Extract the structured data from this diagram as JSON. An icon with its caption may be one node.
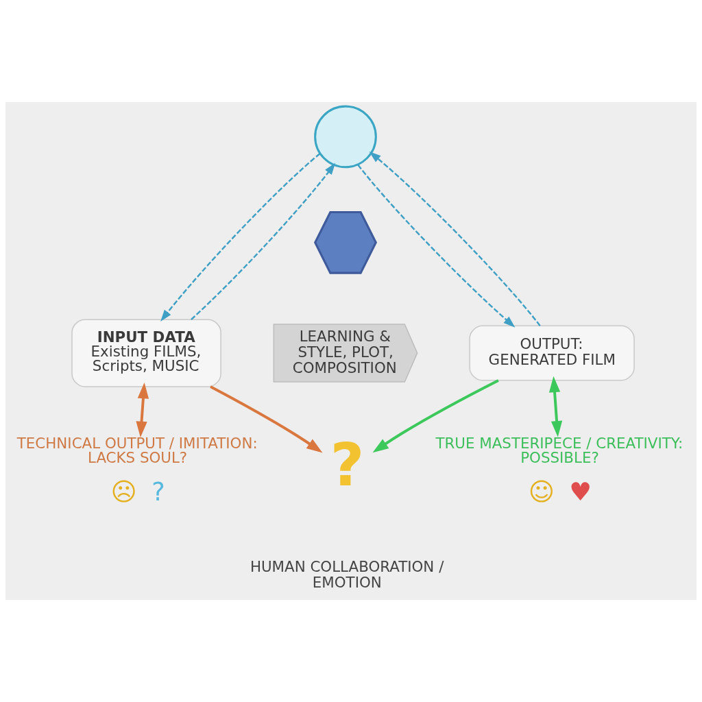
{
  "diagram": {
    "nodes": [
      {
        "text": [],
        "shape": "circle"
      },
      {
        "text": [],
        "shape": "hexagon"
      },
      {
        "text": [
          "INPUT DATA",
          "Existing FILMS, Scripts, MUSIC"
        ]
      },
      {
        "text": [
          "LEARNING & STYLE, PLOT, COMPOSITION"
        ]
      },
      {
        "text": [
          "OUTPUT:",
          "GENERATED FILM"
        ]
      },
      {
        "text": [
          "TECHNICAL OUTPUT / IMITATION: LACKS SOUL?"
        ],
        "beside": [
          "☹",
          "?"
        ]
      },
      {
        "text": [
          "?"
        ]
      },
      {
        "text": [
          "TRUE MASTERIPECE / CREATIVITY: POSSIBLE?"
        ],
        "beside": [
          "☺",
          "♥"
        ]
      },
      {
        "text": [
          "HUMAN COLLABORATION / EMOTION"
        ]
      }
    ],
    "edges": [
      {
        "from": 2,
        "to": 0,
        "arrow": "to",
        "style": "dashed"
      },
      {
        "from": 0,
        "to": 2,
        "arrow": "to",
        "style": "dashed"
      },
      {
        "from": 4,
        "to": 0,
        "arrow": "to",
        "style": "dashed"
      },
      {
        "from": 0,
        "to": 4,
        "arrow": "to",
        "style": "dashed"
      },
      {
        "from": 2,
        "to": 5,
        "arrow": "both",
        "color": "#d9773f"
      },
      {
        "from": 2,
        "to": 6,
        "arrow": "to",
        "color": "#d9773f"
      },
      {
        "from": 4,
        "to": 6,
        "arrow": "to",
        "color": "#3cc85a"
      },
      {
        "from": 4,
        "to": 7,
        "arrow": "both",
        "color": "#3cc85a"
      }
    ]
  }
}
